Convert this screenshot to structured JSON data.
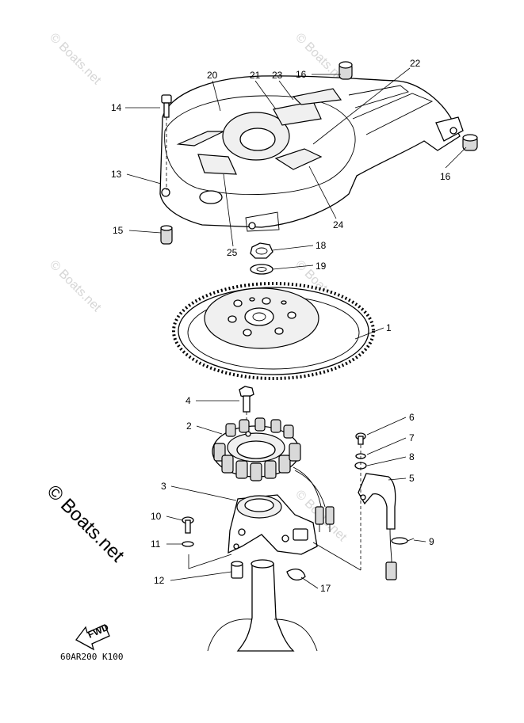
{
  "watermark": {
    "text": "© Boats.net",
    "side_text": "© Boats.net"
  },
  "diagram_code": "60AR200 K100",
  "fwd_arrow_label": "FWD",
  "callouts": {
    "c1": "1",
    "c2": "2",
    "c3": "3",
    "c4": "4",
    "c5": "5",
    "c6": "6",
    "c7": "7",
    "c8": "8",
    "c9": "9",
    "c10": "10",
    "c11": "11",
    "c12": "12",
    "c13": "13",
    "c14": "14",
    "c15": "15",
    "c16a": "16",
    "c16b": "16",
    "c17": "17",
    "c18": "18",
    "c19": "19",
    "c20": "20",
    "c21": "21",
    "c22": "22",
    "c23": "23",
    "c24": "24",
    "c25": "25"
  }
}
